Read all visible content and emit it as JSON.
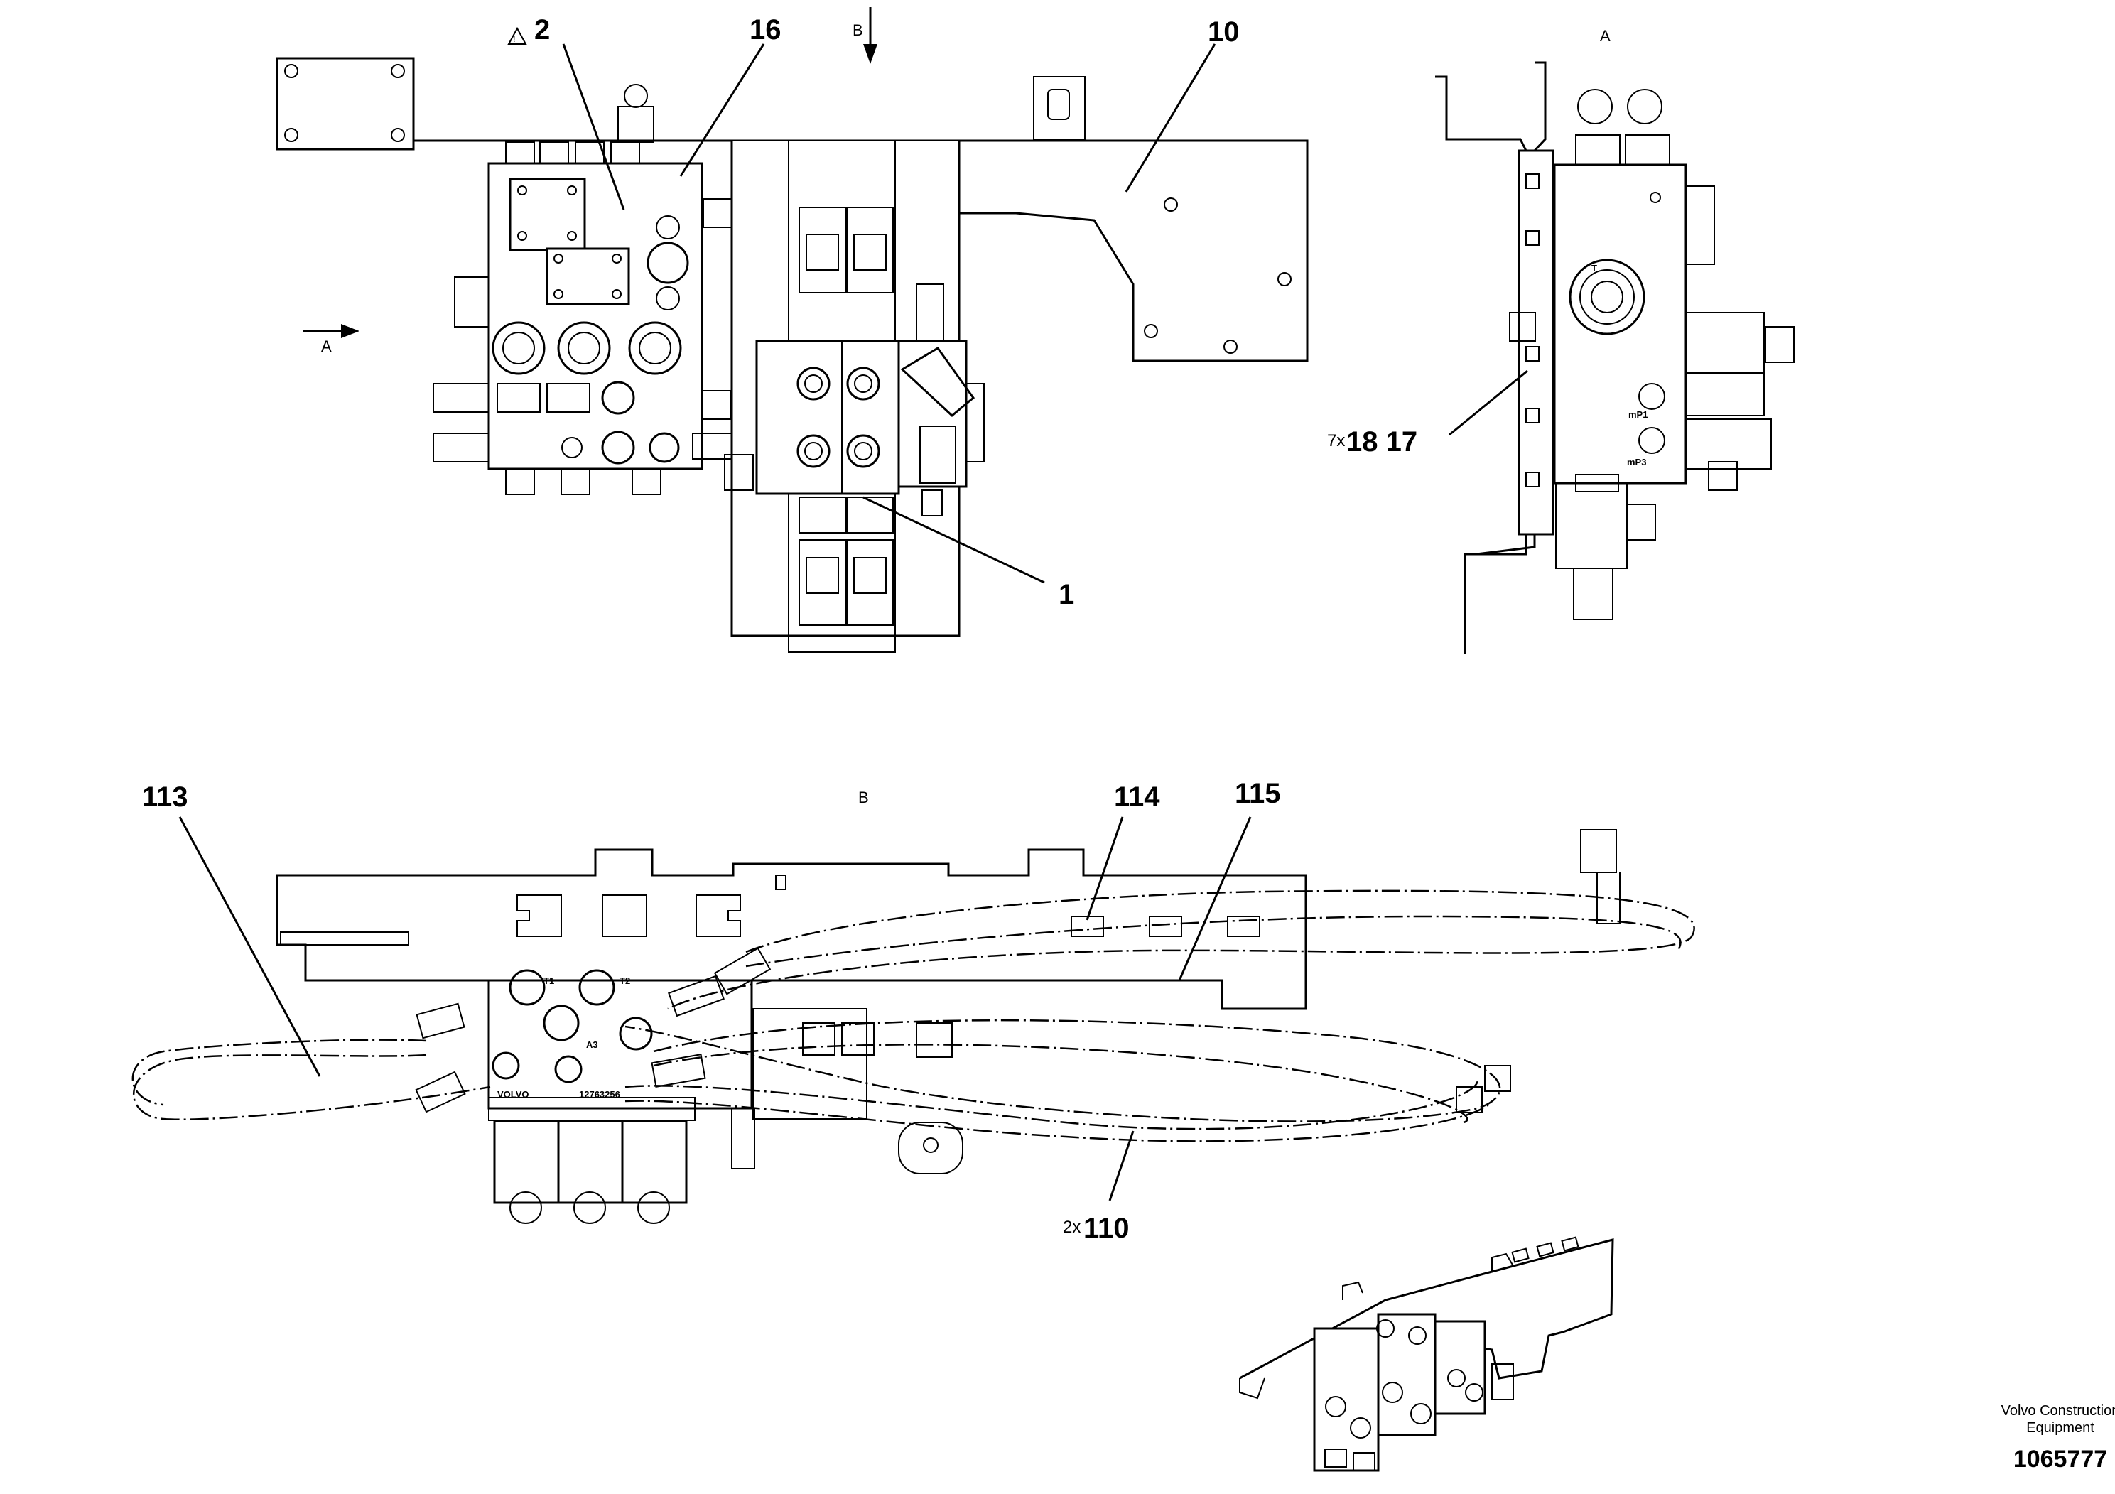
{
  "views": {
    "view_a_top": "A",
    "view_a_side": "A",
    "view_b_top": "B",
    "view_b_bottom": "B"
  },
  "callouts": {
    "c2": "2",
    "c16": "16",
    "c10": "10",
    "c1": "1",
    "c18_17": "18 17",
    "c18_17_qty": "7x",
    "c113": "113",
    "c114": "114",
    "c115": "115",
    "c110": "110",
    "c110_qty": "2x"
  },
  "ports": {
    "t": "T",
    "mp1": "mP1",
    "mp3": "mP3",
    "t1": "T1",
    "t2": "T2",
    "a3": "A3",
    "part_number": "12763256",
    "valve_brand": "VOLVO"
  },
  "footer": {
    "company_line1": "Volvo Construction",
    "company_line2": "Equipment",
    "drawing_number": "1065777"
  },
  "icons": {
    "warning": "warning-triangle-icon",
    "arrow_b": "arrow-down-icon",
    "arrow_a": "arrow-right-icon"
  }
}
